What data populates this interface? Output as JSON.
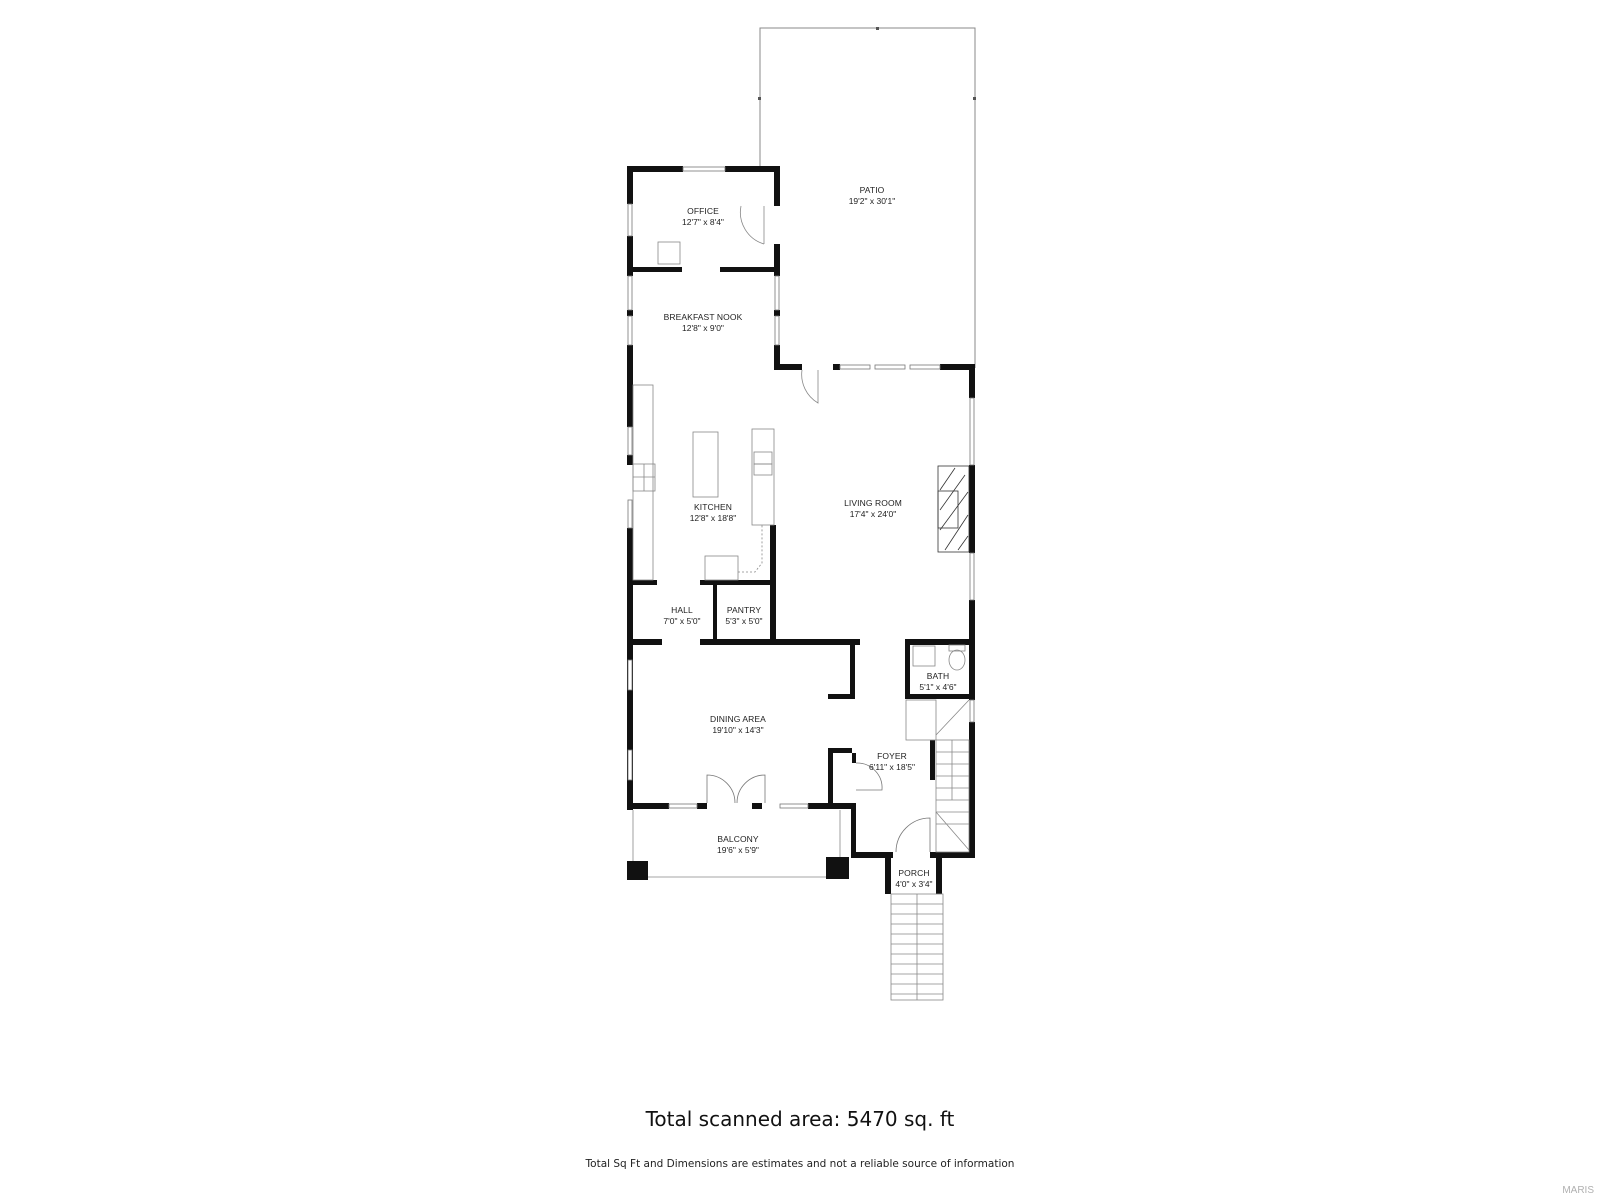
{
  "floorplan": {
    "rooms": [
      {
        "id": "office",
        "name": "OFFICE",
        "dimensions": "12'7\" x 8'4\""
      },
      {
        "id": "patio",
        "name": "PATIO",
        "dimensions": "19'2\" x 30'1\""
      },
      {
        "id": "breakfast_nook",
        "name": "BREAKFAST NOOK",
        "dimensions": "12'8\" x 9'0\""
      },
      {
        "id": "kitchen",
        "name": "KITCHEN",
        "dimensions": "12'8\" x 18'8\""
      },
      {
        "id": "living_room",
        "name": "LIVING ROOM",
        "dimensions": "17'4\" x 24'0\""
      },
      {
        "id": "hall",
        "name": "HALL",
        "dimensions": "7'0\" x 5'0\""
      },
      {
        "id": "pantry",
        "name": "PANTRY",
        "dimensions": "5'3\" x 5'0\""
      },
      {
        "id": "bath",
        "name": "BATH",
        "dimensions": "5'1\" x 4'6\""
      },
      {
        "id": "dining_area",
        "name": "DINING AREA",
        "dimensions": "19'10\" x 14'3\""
      },
      {
        "id": "foyer",
        "name": "FOYER",
        "dimensions": "6'11\" x 18'5\""
      },
      {
        "id": "balcony",
        "name": "BALCONY",
        "dimensions": "19'6\" x 5'9\""
      },
      {
        "id": "porch",
        "name": "PORCH",
        "dimensions": "4'0\" x 3'4\""
      }
    ]
  },
  "footer": {
    "total_area": "Total scanned area: 5470 sq. ft",
    "disclaimer": "Total Sq Ft and Dimensions are estimates and not a reliable source of information"
  },
  "watermark": "MARIS",
  "colors": {
    "wall": "#111111",
    "line": "#777777",
    "background": "#ffffff"
  }
}
